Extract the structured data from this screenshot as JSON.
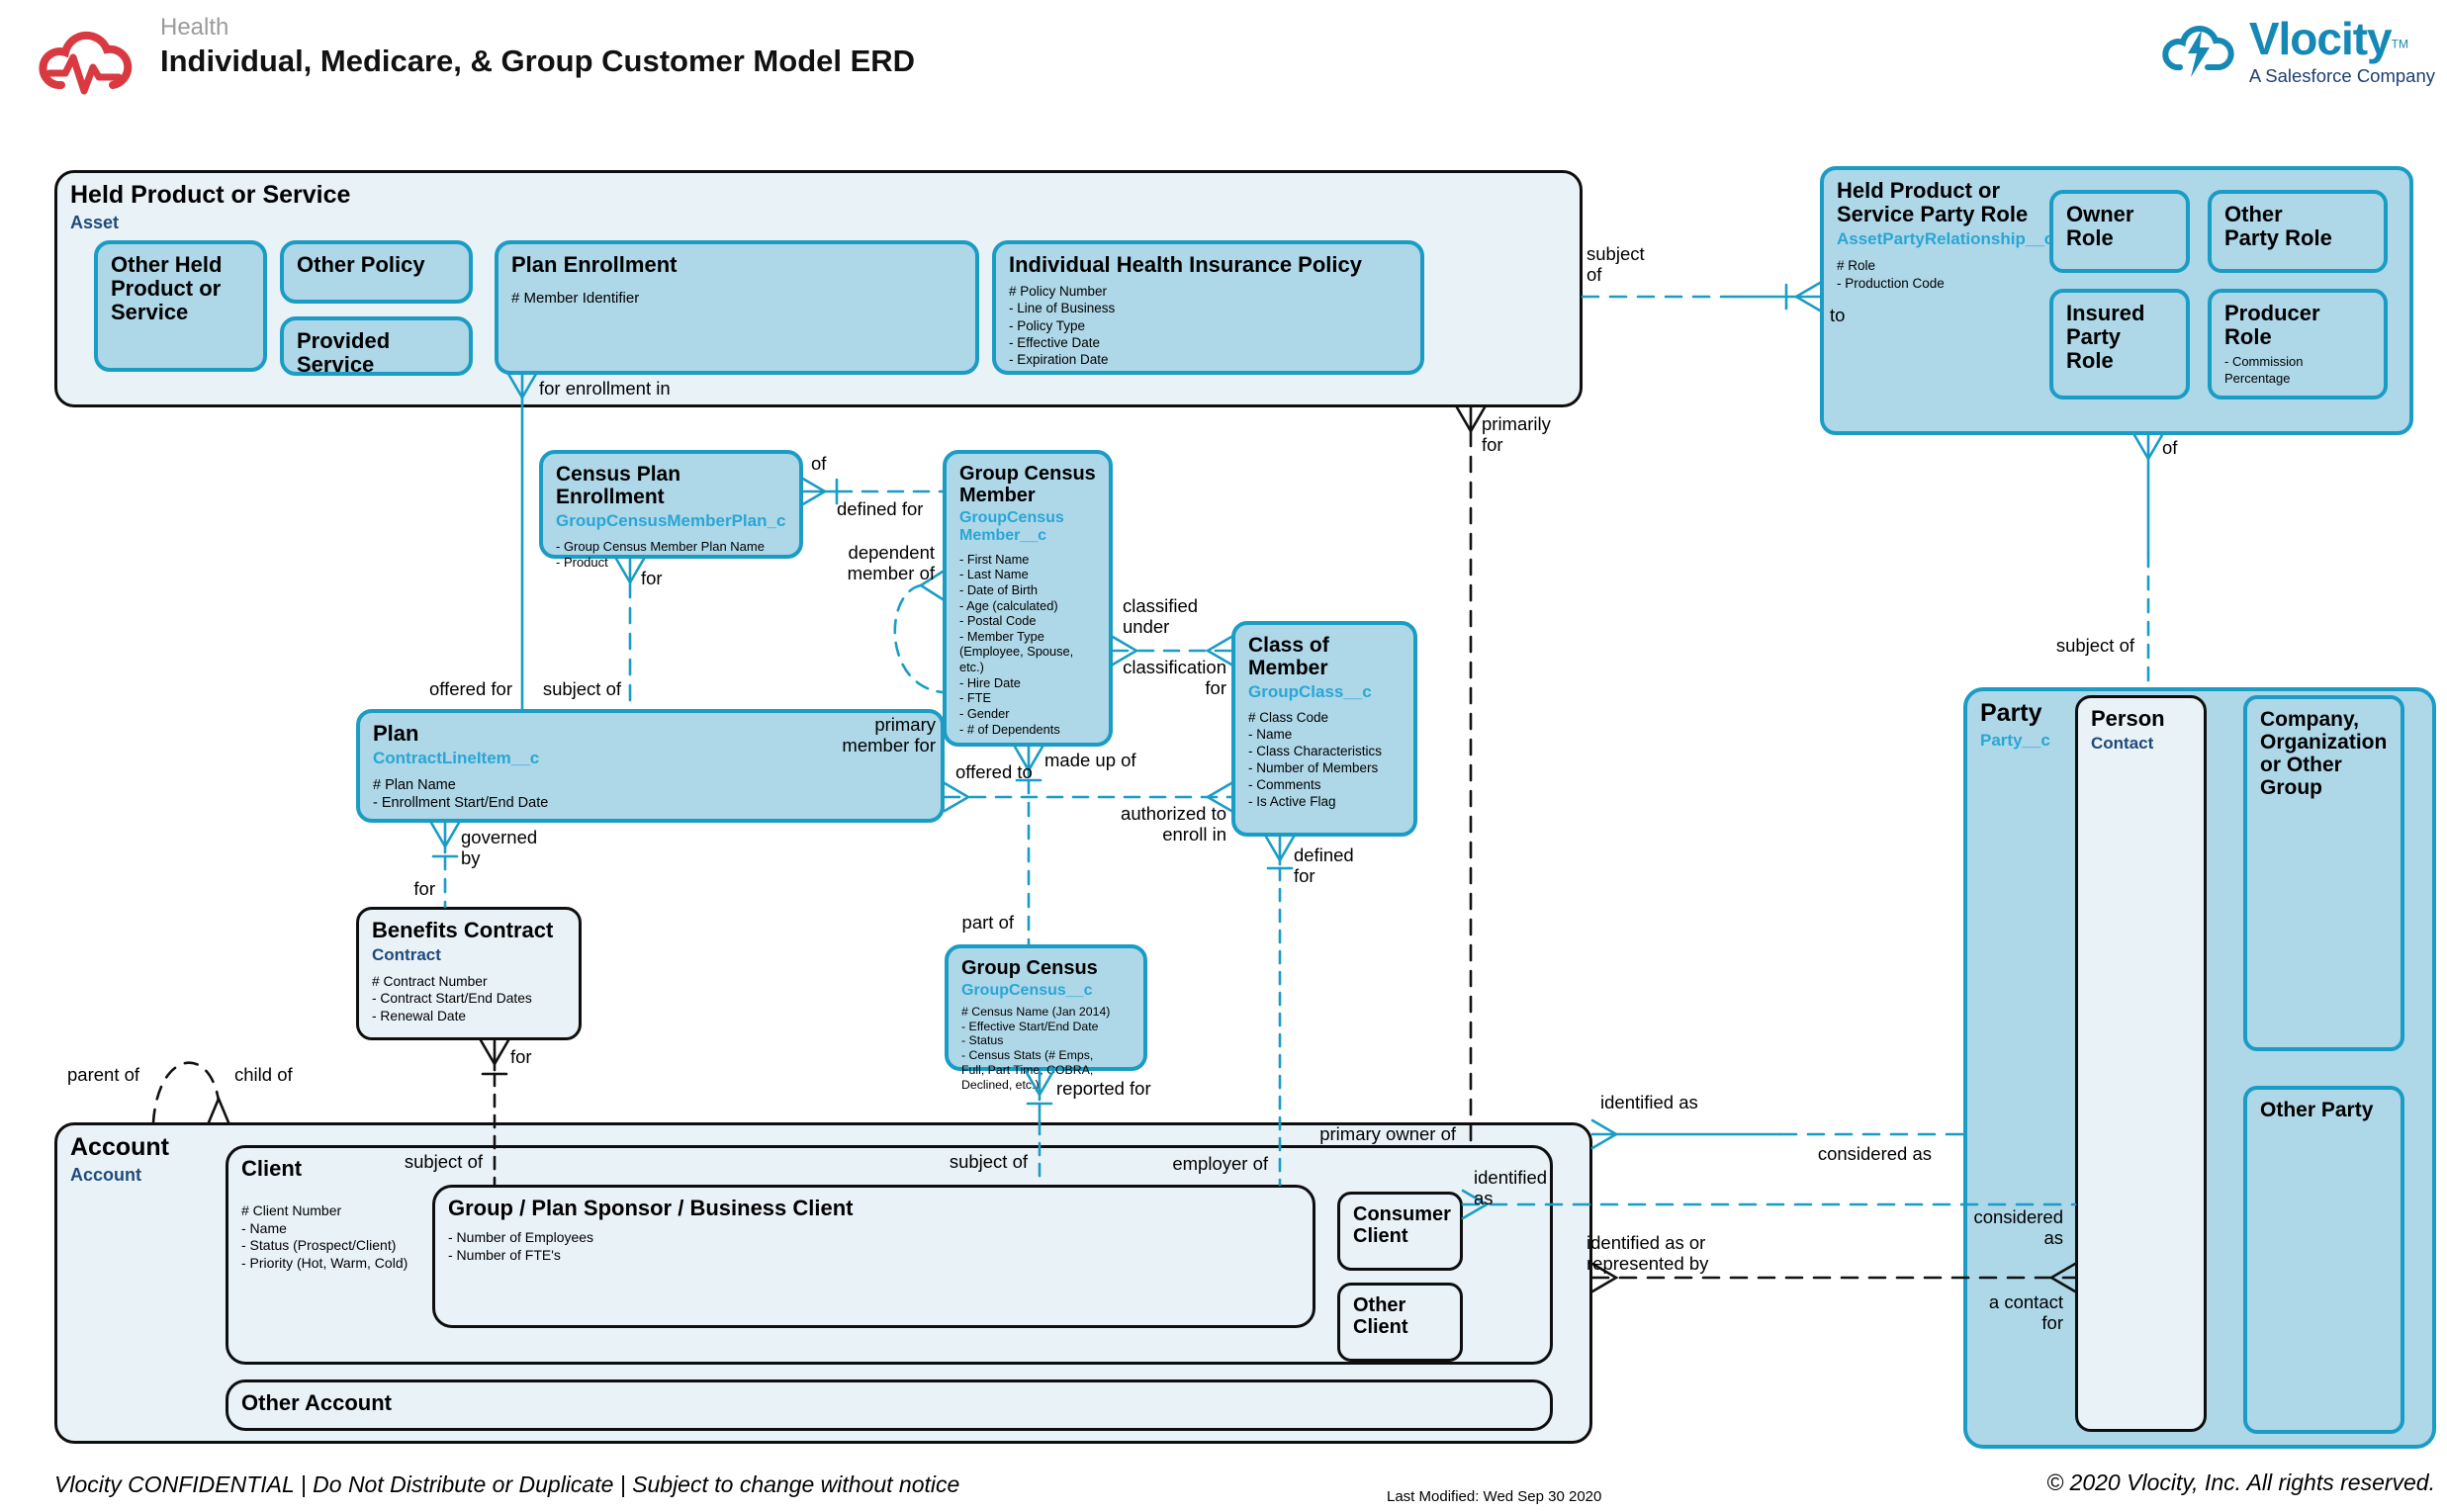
{
  "header": {
    "category": "Health",
    "title": "Individual, Medicare, & Group Customer Model ERD",
    "brand": "Vlocity",
    "brand_tm": "TM",
    "brand_tagline": "A Salesforce Company"
  },
  "colors": {
    "teal_border": "#1b9cc4",
    "entity_fill": "#aed7e8",
    "container_fill": "#e9f2f7",
    "custom_api_text": "#2aa6d4",
    "standard_api_text": "#1f4a7a",
    "brand_red": "#d93a41",
    "brand_teal": "#1588b5",
    "brand_navy": "#1c3e70"
  },
  "entities": {
    "held_product": {
      "title": "Held Product or Service",
      "sub": "Asset"
    },
    "other_held": {
      "title": "Other Held\nProduct or\nService"
    },
    "other_policy": {
      "title": "Other Policy"
    },
    "provided_service": {
      "title": "Provided Service"
    },
    "plan_enrollment": {
      "title": "Plan Enrollment",
      "attrs": "# Member Identifier"
    },
    "ihip": {
      "title": "Individual Health Insurance Policy",
      "attrs": "# Policy Number\n- Line of Business\n- Policy Type\n- Effective Date\n- Expiration Date"
    },
    "party_role": {
      "title": "Held Product or\nService Party Role",
      "sub": "AssetPartyRelationship__c",
      "attrs": "# Role\n- Production Code"
    },
    "owner_role": {
      "title": "Owner\nRole"
    },
    "other_party_role": {
      "title": "Other\nParty Role"
    },
    "insured_party_role": {
      "title": "Insured\nParty Role"
    },
    "producer_role": {
      "title": "Producer\nRole",
      "attrs": "- Commission\nPercentage"
    },
    "cpe": {
      "title": "Census Plan Enrollment",
      "sub": "GroupCensusMemberPlan_c",
      "attrs": "- Group Census Member Plan Name\n- Product"
    },
    "gcm": {
      "title": "Group Census\nMember",
      "sub": "GroupCensus\nMember__c",
      "attrs": "- First Name\n- Last Name\n- Date of Birth\n- Age (calculated)\n- Postal Code\n- Member Type\n(Employee, Spouse,\netc.)\n- Hire Date\n- FTE\n- Gender\n- # of Dependents"
    },
    "class_of_member": {
      "title": "Class of\nMember",
      "sub": "GroupClass__c",
      "attrs": "# Class Code\n- Name\n- Class Characteristics\n- Number of Members\n- Comments\n- Is Active Flag"
    },
    "plan": {
      "title": "Plan",
      "sub": "ContractLineItem__c",
      "attrs": "# Plan Name\n- Enrollment Start/End Date"
    },
    "benefits_contract": {
      "title": "Benefits Contract",
      "sub": "Contract",
      "attrs": "# Contract Number\n- Contract Start/End Dates\n- Renewal Date"
    },
    "group_census": {
      "title": "Group Census",
      "sub": "GroupCensus__c",
      "attrs": "# Census Name (Jan 2014)\n- Effective Start/End Date\n- Status\n- Census Stats (# Emps,\nFull, Part Time, COBRA,\nDeclined, etc.)"
    },
    "account": {
      "title": "Account",
      "sub": "Account"
    },
    "client": {
      "title": "Client",
      "attrs": "# Client Number\n- Name\n- Status (Prospect/Client)\n- Priority (Hot, Warm, Cold)"
    },
    "group_plan_sponsor": {
      "title": "Group / Plan Sponsor / Business Client",
      "attrs": "- Number of Employees\n- Number of FTE's"
    },
    "consumer_client": {
      "title": "Consumer\nClient"
    },
    "other_client": {
      "title": "Other\nClient"
    },
    "other_account": {
      "title": "Other Account"
    },
    "party": {
      "title": "Party",
      "sub": "Party__c"
    },
    "person": {
      "title": "Person",
      "sub": "Contact"
    },
    "company_org": {
      "title": "Company,\nOrganization\nor Other\nGroup"
    },
    "other_party": {
      "title": "Other Party"
    }
  },
  "labels": {
    "for_enrollment_in": "for enrollment in",
    "subject_of_top": "subject\nof",
    "to": "to",
    "of_role_party": "of",
    "subject_of_party": "subject of",
    "of_cpe": "of",
    "defined_for": "defined for",
    "for_cpe": "for",
    "offered_for": "offered for",
    "subject_of_plan": "subject of",
    "dependent_member_of": "dependent\nmember of",
    "primary_member_for": "primary\nmember for",
    "classified_under": "classified\nunder",
    "classification_for": "classification\nfor",
    "made_up_of": "made up of",
    "part_of": "part of",
    "offered_to": "offered to",
    "authorized_to_enroll_in": "authorized to\nenroll in",
    "governed_by": "governed\nby",
    "for_plan": "for",
    "defined_for_class": "defined\nfor",
    "employer_of": "employer of",
    "for_contract": "for",
    "subject_of_contract": "subject of",
    "subject_of_census": "subject of",
    "reported_for": "reported for",
    "primarily_for": "primarily\nfor",
    "primary_owner_of": "primary owner of",
    "parent_of": "parent of",
    "child_of": "child of",
    "identified_as": "identified as",
    "considered_as": "considered as",
    "identified_as_2": "identified\nas",
    "considered_as_2": "considered\nas",
    "identified_as_or_represented_by": "identified as or\nrepresented by",
    "a_contact_for": "a contact\nfor"
  },
  "footer": {
    "confidential": "Vlocity CONFIDENTIAL | Do Not Distribute or Duplicate | Subject to change without notice",
    "last_modified": "Last Modified: Wed Sep 30 2020",
    "copyright": "© 2020 Vlocity, Inc. All rights reserved."
  }
}
